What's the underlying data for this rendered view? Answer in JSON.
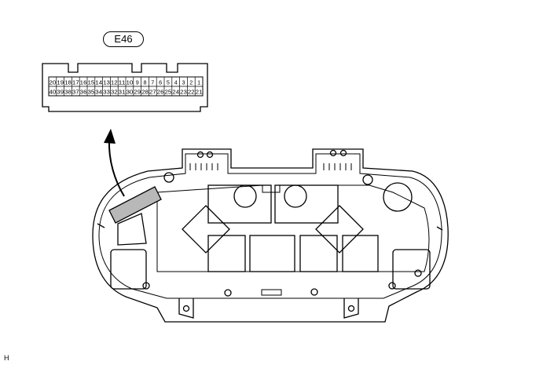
{
  "connector": {
    "id": "E46",
    "pins_top": [
      "20",
      "19",
      "18",
      "17",
      "16",
      "15",
      "14",
      "13",
      "12",
      "11",
      "10",
      "9",
      "8",
      "7",
      "6",
      "5",
      "4",
      "3",
      "2",
      "1"
    ],
    "pins_bottom": [
      "40",
      "39",
      "38",
      "37",
      "36",
      "35",
      "34",
      "33",
      "32",
      "31",
      "30",
      "29",
      "28",
      "27",
      "26",
      "25",
      "24",
      "23",
      "22",
      "21"
    ]
  },
  "footnote": "H",
  "colors": {
    "line": "#000000",
    "highlight": "#b8b8b8",
    "background": "#ffffff"
  }
}
